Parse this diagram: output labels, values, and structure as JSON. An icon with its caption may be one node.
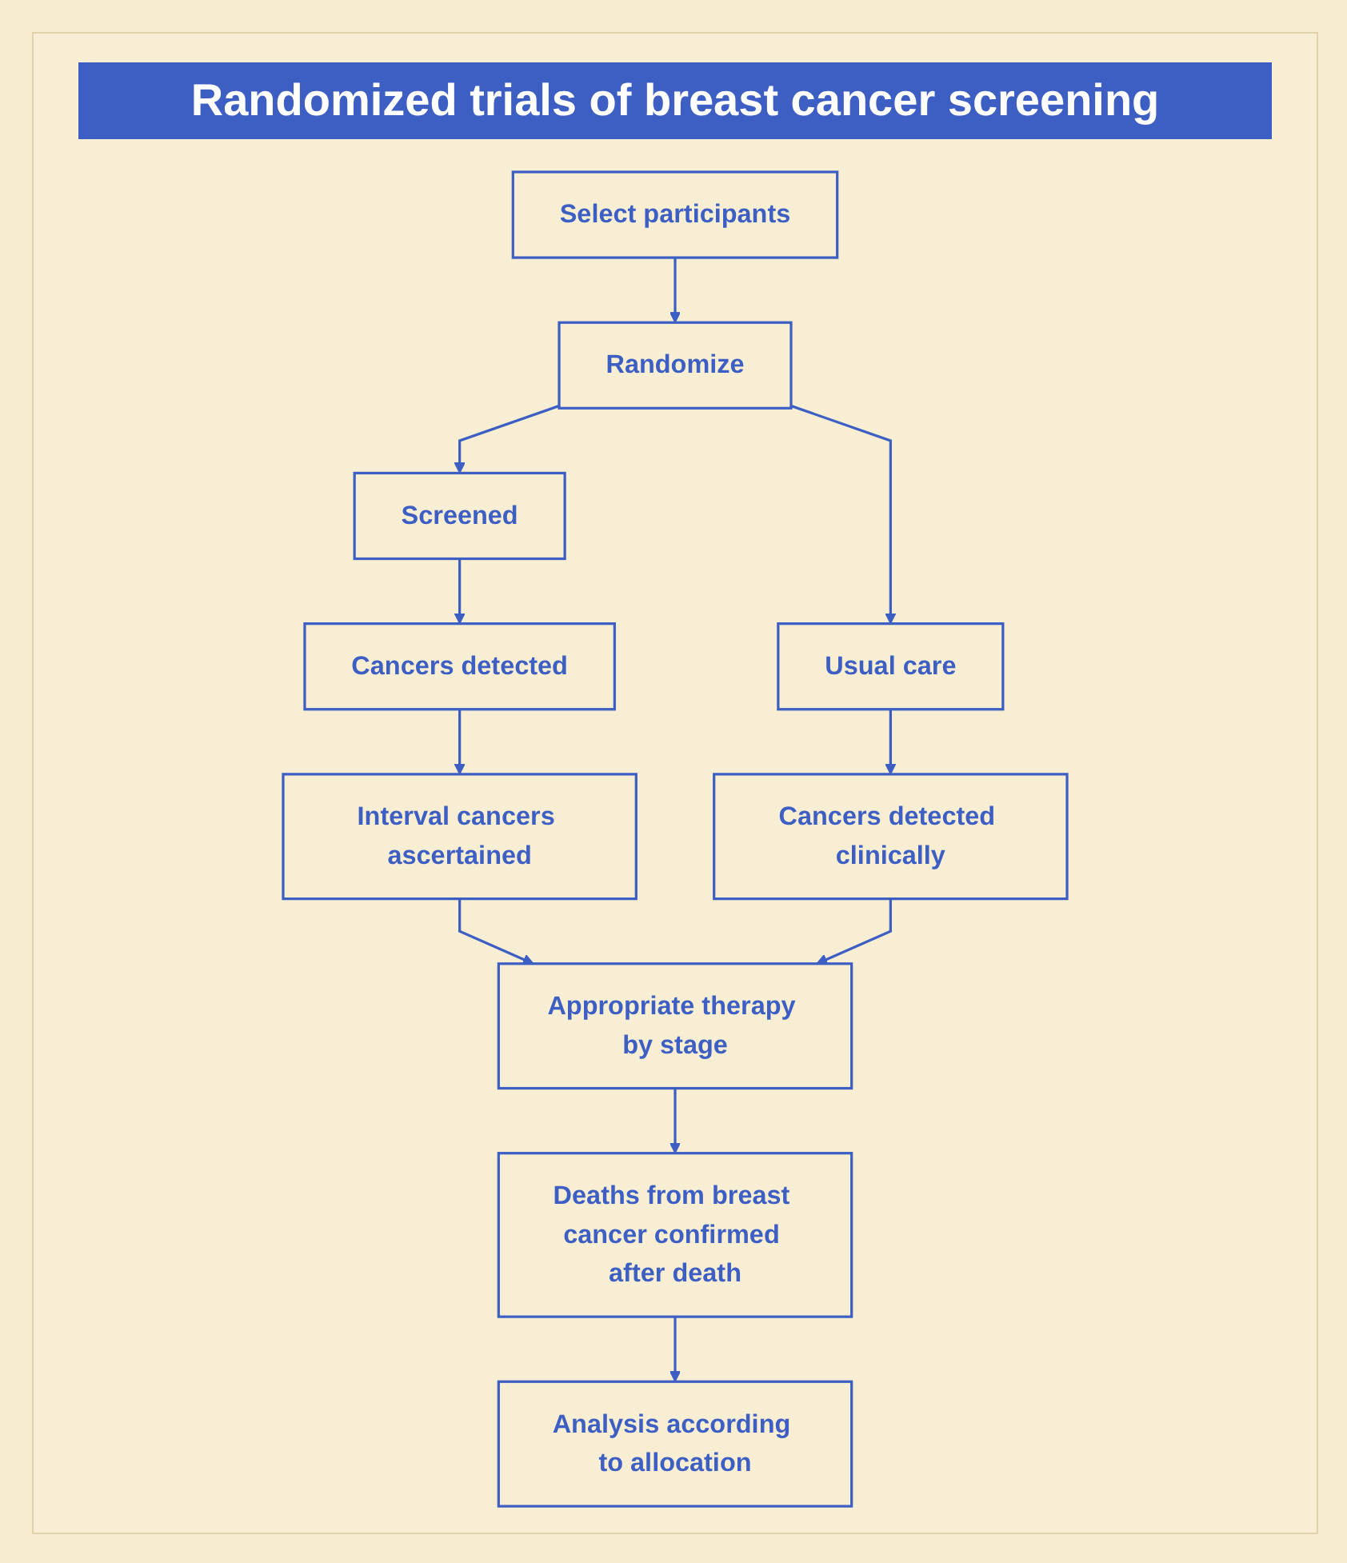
{
  "diagram": {
    "title": "Randomized trials of breast cancer screening",
    "nodes": [
      {
        "text": [
          "Select participants"
        ]
      },
      {
        "text": [
          "Randomize"
        ]
      },
      {
        "text": [
          "Screened"
        ]
      },
      {
        "text": [
          "Usual care"
        ]
      },
      {
        "text": [
          "Cancers detected"
        ]
      },
      {
        "text": [
          "Interval cancers ascertained"
        ]
      },
      {
        "text": [
          "Cancers detected clinically"
        ]
      },
      {
        "text": [
          "Appropriate therapy by stage"
        ]
      },
      {
        "text": [
          "Deaths from breast cancer confirmed after death"
        ]
      },
      {
        "text": [
          "Analysis according to allocation"
        ]
      }
    ],
    "edges": [
      {
        "from": 0,
        "to": 1,
        "arrow": "to"
      },
      {
        "from": 1,
        "to": 2,
        "arrow": "to"
      },
      {
        "from": 1,
        "to": 3,
        "arrow": "to"
      },
      {
        "from": 2,
        "to": 4,
        "arrow": "to"
      },
      {
        "from": 4,
        "to": 5,
        "arrow": "to"
      },
      {
        "from": 3,
        "to": 6,
        "arrow": "to"
      },
      {
        "from": 5,
        "to": 7,
        "arrow": "to"
      },
      {
        "from": 6,
        "to": 7,
        "arrow": "to"
      },
      {
        "from": 7,
        "to": 8,
        "arrow": "to"
      },
      {
        "from": 8,
        "to": 9,
        "arrow": "to"
      }
    ]
  }
}
